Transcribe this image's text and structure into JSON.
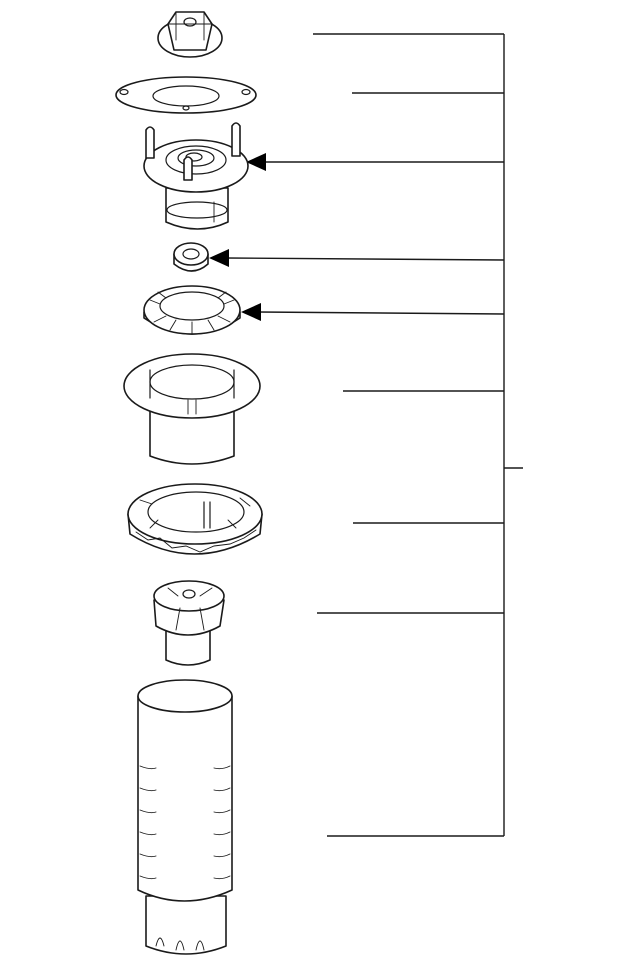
{
  "diagram": {
    "description_visible_text": [],
    "colors": {
      "line": "#1a1a1a",
      "background": "#ffffff",
      "arrow": "#000000"
    },
    "parts": [
      {
        "id": "nut",
        "icon": "hex-flange-nut"
      },
      {
        "id": "gasket",
        "icon": "mount-gasket"
      },
      {
        "id": "strut-mount",
        "icon": "strut-mount-with-studs",
        "arrow": true
      },
      {
        "id": "spacer",
        "icon": "small-bushing",
        "arrow": true
      },
      {
        "id": "upper-seat",
        "icon": "spring-seat-notched",
        "arrow": true
      },
      {
        "id": "bearing",
        "icon": "top-bearing"
      },
      {
        "id": "lower-insulator",
        "icon": "spring-insulator"
      },
      {
        "id": "bump-stop",
        "icon": "bump-stop"
      },
      {
        "id": "dust-boot",
        "icon": "dust-boot"
      }
    ],
    "callout_bracket": {
      "icon": "assembly-bracket"
    }
  }
}
